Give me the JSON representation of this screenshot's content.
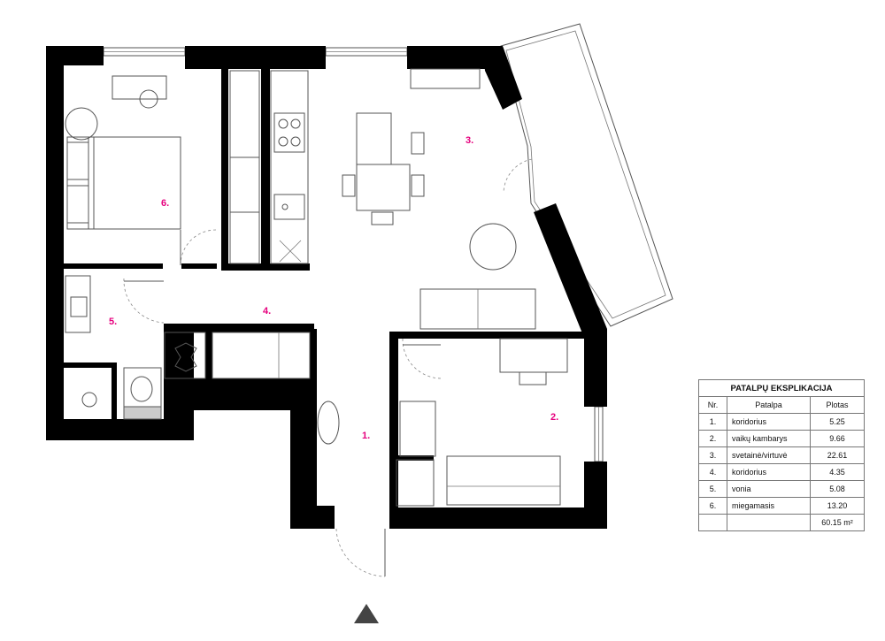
{
  "rooms_on_plan": [
    {
      "label": "1."
    },
    {
      "label": "2."
    },
    {
      "label": "3."
    },
    {
      "label": "4."
    },
    {
      "label": "5."
    },
    {
      "label": "6."
    }
  ],
  "legend": {
    "title": "PATALPŲ EKSPLIKACIJA",
    "headers": {
      "nr": "Nr.",
      "name": "Patalpa",
      "area": "Plotas"
    },
    "rows": [
      {
        "nr": "1.",
        "name": "koridorius",
        "area": "5.25"
      },
      {
        "nr": "2.",
        "name": "vaikų kambarys",
        "area": "9.66"
      },
      {
        "nr": "3.",
        "name": "svetainė/virtuvė",
        "area": "22.61"
      },
      {
        "nr": "4.",
        "name": "koridorius",
        "area": "4.35"
      },
      {
        "nr": "5.",
        "name": "vonia",
        "area": "5.08"
      },
      {
        "nr": "6.",
        "name": "miegamasis",
        "area": "13.20"
      }
    ],
    "total": "60.15 m²"
  },
  "north_marker_icon": "triangle-up-icon"
}
